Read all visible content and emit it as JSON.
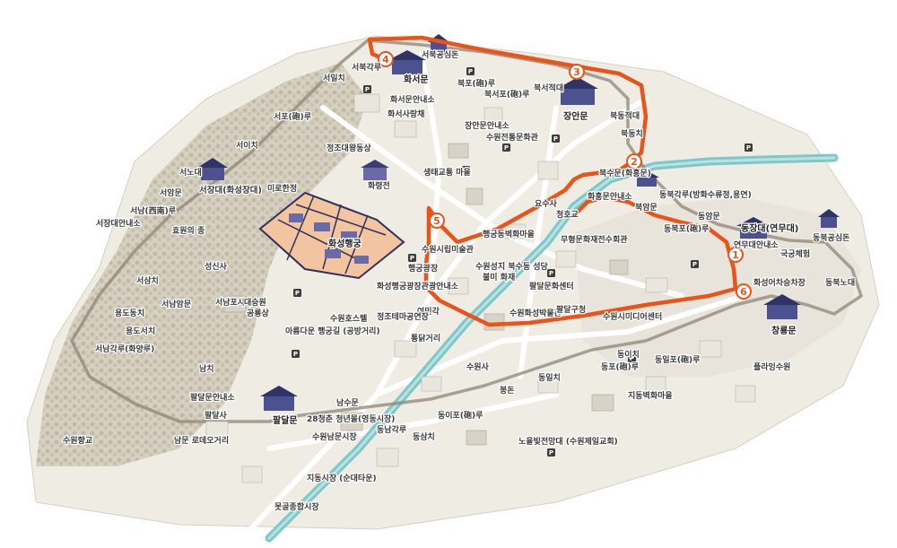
{
  "route_color": "#e8541a",
  "river_color": "#7fc7c9",
  "stops": [
    {
      "num": "1"
    },
    {
      "num": "2"
    },
    {
      "num": "3"
    },
    {
      "num": "4"
    },
    {
      "num": "5"
    },
    {
      "num": "6"
    }
  ],
  "labels": {
    "seobuk_gongsimdon": "서북공심돈",
    "seobuk_gangnu": "서북각루",
    "hwaseomun": "화서문",
    "seoilchi": "서일치",
    "seopo_ru": "서포(砲)루",
    "seoichi": "서이치",
    "seonodae": "서노대",
    "seojangdae": "서장대(화성장대)",
    "seoammun": "서암문",
    "seonam_ru": "서남(西南)루",
    "seojangdae_info": "서장대안내소",
    "hyowon_bell": "효원의 종",
    "seongsinsa": "성신사",
    "seosamchi": "서삼치",
    "seonamammun": "서남암문",
    "seonampoesa": "서남포사",
    "yongdo_dongchi": "용도동치",
    "yongdo_seochi": "용도서치",
    "seonam_gangnu": "서남각루(화양루)",
    "hwaseo_info": "화서문안내소",
    "hwaseo_sajang": "화서사랑채",
    "jeongjo_statue": "정조대왕동상",
    "mirohanjeong": "미로한정",
    "hwaryeongjeon": "화령전",
    "saengtae_village": "생태교통 마을",
    "janganmun_info": "장안문안내소",
    "suwon_traditional": "수원전통문화관",
    "bukpo_ru": "북포(砲)루",
    "bukseo_poru": "북서포(砲)루",
    "bukseo_jeokdae": "북서적대",
    "janganmun": "장안문",
    "bukdong_jeokdae": "북동적대",
    "bukdongchi": "북동치",
    "hwahongmun": "북수문(화홍문)",
    "hwahongmun_info": "화홍문안내소",
    "dongbuk_gangnu": "동북각루(방화수류정,용연)",
    "bukammun": "북암문",
    "yosuna": "요수사",
    "cheongho_bridge": "청호교",
    "dongbuk_poru": "동북포(砲)루",
    "dongammun": "동암문",
    "dongjangdae": "동장대(연무대)",
    "yeonmudae_info": "연무대안내소",
    "gukgung": "국궁체험",
    "dongbuk_gongsimdon": "동북공심돈",
    "dongbuk_nodae": "동북노대",
    "hwaseong_eocha": "화성어차승차장",
    "changnyongmun": "창룡문",
    "haenggung_village": "행궁동벽화마을",
    "murye_culture": "무형문화재전수회관",
    "suwon_museum": "수원시립미술관",
    "haenggung_plaza": "행궁광장",
    "hwaseong_haenggung": "화성행궁",
    "haenggung_info": "화성행궁광장관광안내소",
    "suwon_seongji": "수원성지 북수동 성당",
    "bulmyeong_hall": "불미 화재",
    "paldal_culture": "팔달문화센터",
    "yeomoggeori": "여민각",
    "suwon_hwaseong_museum": "수원화성박물관",
    "paldalgu": "팔달구청",
    "suwon_sim_center": "수원시미디어센터",
    "daeseongjeon": "대승원",
    "pipa": "공룡상",
    "areumdaun": "아름다운 행궁길 (공방거리)",
    "suwon_hostel": "수원호스텔",
    "jeongjo_theater": "정조테마공연장",
    "tongdak_street": "통닭거리",
    "suwonsa": "수원사",
    "bongdon": "봉돈",
    "dongilchi": "동일치",
    "dongpo_ru": "동포(砲)루",
    "donglpo_ru": "동일포(砲)루",
    "flying_suwon": "플라잉수원",
    "jidongbyeokhwa": "지동벽화마을",
    "dongichi": "동이치",
    "dongsamchi": "동삼치",
    "donggaeru": "동이포(砲)루",
    "dongnam_gangnu": "동남각루",
    "noeulbit": "노을빛전망대 (수원제일교회)",
    "namchi": "남치",
    "paldalmun_info": "팔달문안내소",
    "paldalsa": "팔달사",
    "paldalmun": "팔달문",
    "youth_food": "28청춘 청년몰(영동시장)",
    "suwon_nammun": "수원남문시장",
    "nammun_rodeo": "남문 로데오거리",
    "suwon_hyanggyo": "수원향교",
    "namsumun": "남수문",
    "jidong_market": "지동시장 (순대타운)",
    "motgol_market": "못골종합시장",
    "parking": "P"
  }
}
